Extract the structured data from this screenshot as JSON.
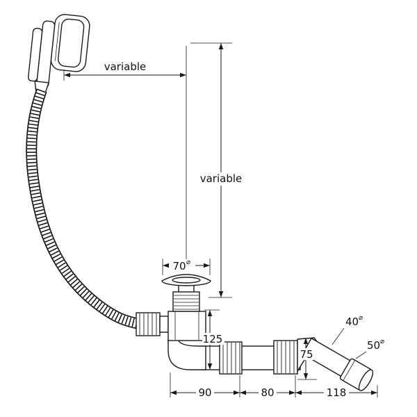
{
  "diagram": {
    "background": "#ffffff",
    "line_color": "#1a1a1a",
    "dimensions": {
      "variable_horizontal": "variable",
      "variable_vertical": "variable",
      "plug_cap": {
        "value": "70",
        "symbol": "⌀"
      },
      "trap_depth": "125",
      "outlet_height": "75",
      "span_trap": "90",
      "span_pipe": "80",
      "span_outlet": "118",
      "outlet_small": {
        "value": "40",
        "symbol": "⌀"
      },
      "outlet_large": {
        "value": "50",
        "symbol": "⌀"
      }
    }
  }
}
